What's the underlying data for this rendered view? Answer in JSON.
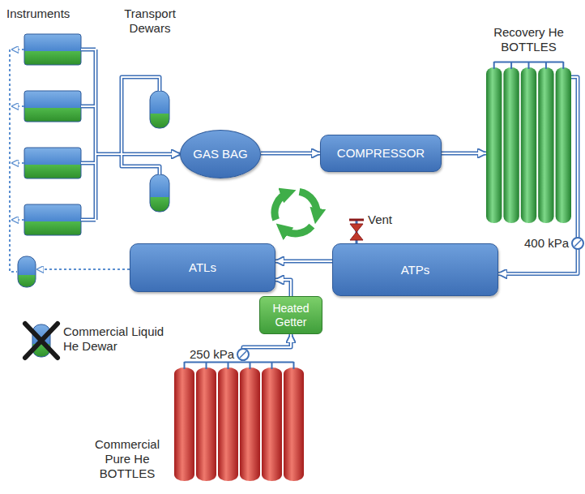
{
  "diagram": {
    "nodes": [
      {
        "text": [
          "GAS BAG"
        ]
      },
      {
        "text": [
          "COMPRESSOR"
        ]
      },
      {
        "text": [
          "Recovery He BOTTLES"
        ]
      },
      {
        "text": [
          "ATLs"
        ]
      },
      {
        "text": [
          "ATPs"
        ]
      },
      {
        "text": [
          "Heated Getter"
        ]
      },
      {
        "text": [
          "Commercial Pure He BOTTLES"
        ]
      }
    ],
    "edges": [
      {
        "from": 0,
        "to": 1,
        "arrow": "to"
      },
      {
        "from": 1,
        "to": 2,
        "arrow": "to"
      },
      {
        "from": 2,
        "to": 4,
        "arrow": "to"
      },
      {
        "from": 4,
        "to": 3,
        "arrow": "to"
      },
      {
        "from": 6,
        "to": 5,
        "arrow": "to"
      },
      {
        "from": 5,
        "to": 3,
        "arrow": "to"
      }
    ],
    "labels": [
      "Instruments",
      "Transport Dewars",
      "Vent",
      "400 kPa",
      "250 kPa",
      "Commercial Liquid He Dewar"
    ]
  }
}
